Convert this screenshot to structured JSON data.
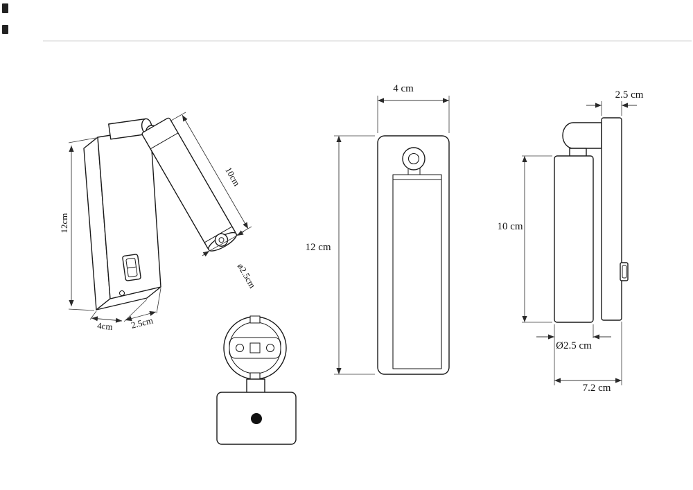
{
  "colors": {
    "line": "#1a1a1a",
    "dim_line": "#3a3a3a",
    "background": "#ffffff"
  },
  "diagram": {
    "perspective_view": {
      "height": "12cm",
      "tube_length": "10cm",
      "tube_diameter": "ø2.5cm",
      "width": "4cm",
      "depth": "2.5cm"
    },
    "front_view": {
      "width": "4 cm",
      "height": "12 cm"
    },
    "side_view": {
      "plate_depth": "2.5 cm",
      "tube_length": "10 cm",
      "tube_diameter": "Ø2.5 cm",
      "total_depth": "7.2 cm"
    }
  }
}
